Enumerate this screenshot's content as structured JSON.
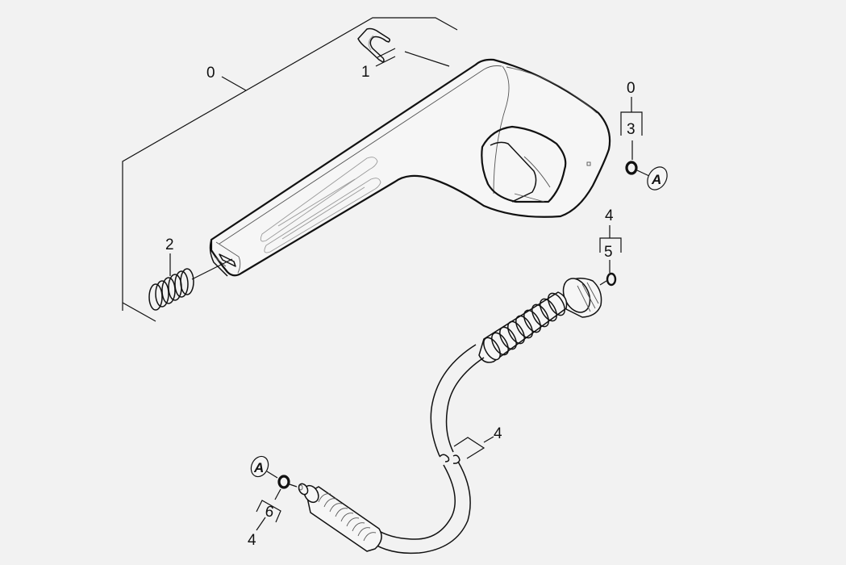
{
  "diagram": {
    "type": "exploded-parts-diagram",
    "subject": "spray gun handle with high-pressure hose",
    "background_color": "#f2f2f2",
    "line_color": "#111111",
    "callouts": [
      {
        "id": "c0a",
        "label": "0",
        "part": "gun-assembly-bracket"
      },
      {
        "id": "c1",
        "label": "1",
        "part": "retaining-clip"
      },
      {
        "id": "c2",
        "label": "2",
        "part": "spring"
      },
      {
        "id": "c0b",
        "label": "0",
        "part": "assembly-group"
      },
      {
        "id": "c3",
        "label": "3",
        "part": "o-ring-gun"
      },
      {
        "id": "c4a",
        "label": "4",
        "part": "hose-assembly-group-top"
      },
      {
        "id": "c5",
        "label": "5",
        "part": "o-ring-hose-nut"
      },
      {
        "id": "c4b",
        "label": "4",
        "part": "high-pressure-hose"
      },
      {
        "id": "c6",
        "label": "6",
        "part": "o-ring-hose-end"
      },
      {
        "id": "c4c",
        "label": "4",
        "part": "hose-assembly-group-bottom"
      }
    ],
    "markers": [
      {
        "id": "mA1",
        "label": "A",
        "meaning": "connection-point-gun"
      },
      {
        "id": "mA2",
        "label": "A",
        "meaning": "connection-point-hose"
      }
    ]
  }
}
